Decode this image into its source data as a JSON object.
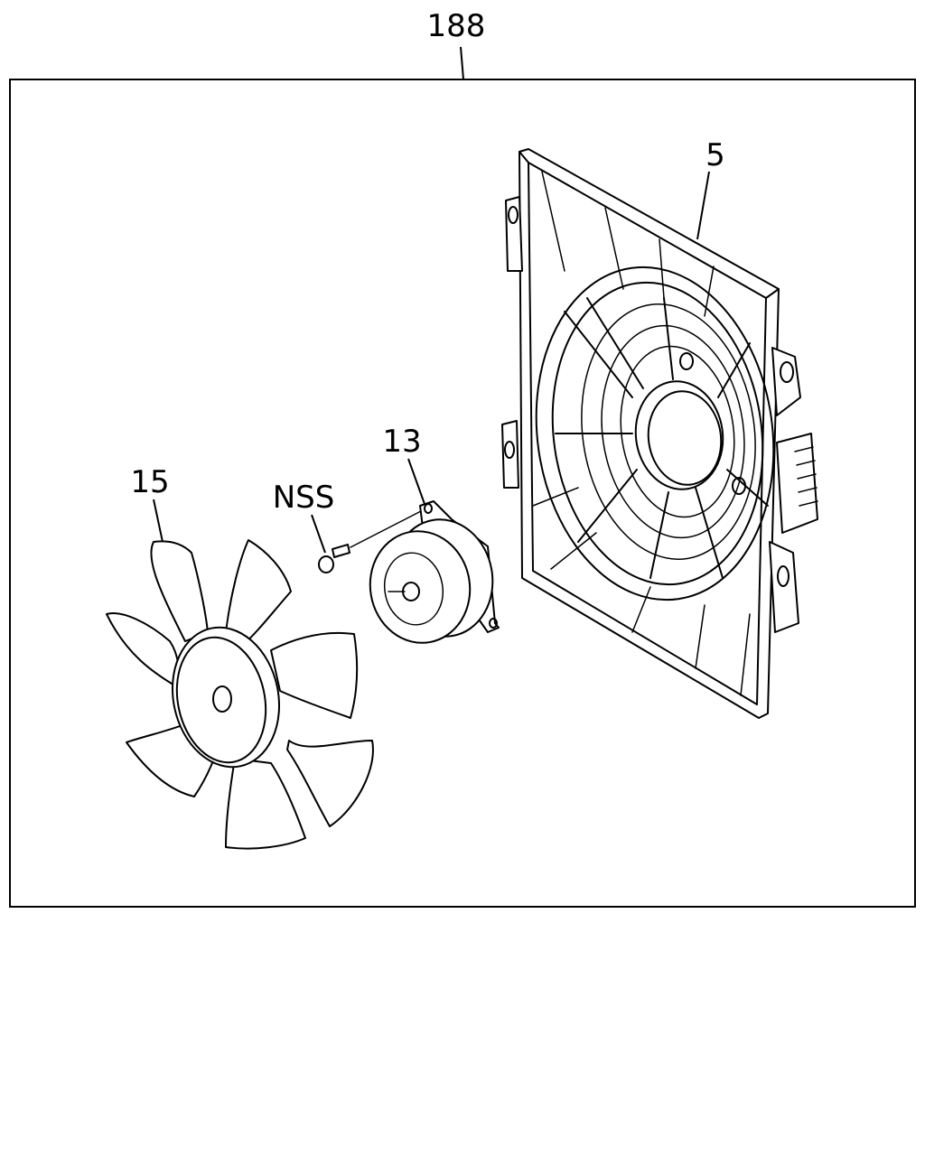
{
  "diagram": {
    "assembly_number": "188",
    "callouts": {
      "shroud": "5",
      "motor": "13",
      "fan": "15",
      "screw": "NSS"
    }
  }
}
